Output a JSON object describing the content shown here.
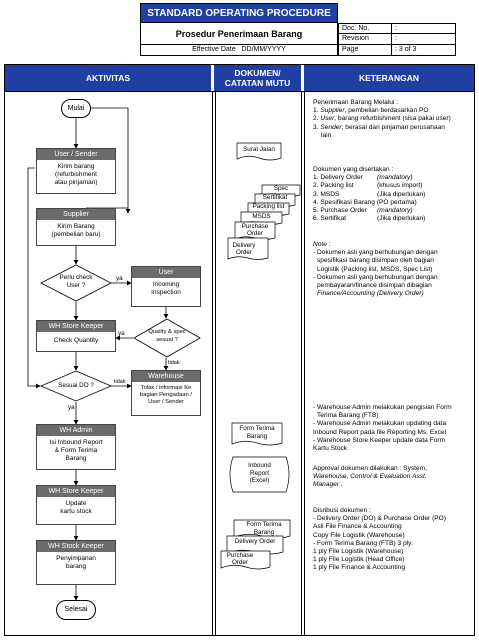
{
  "header": {
    "title": "STANDARD OPERATING PROCEDURE",
    "subtitle": "Prosedur Penerimaan Barang",
    "effective_label": "Effective Date",
    "effective_value": "DD/MM/YYYY",
    "doc_no_label": "Doc. No.",
    "doc_no_value": ":",
    "revision_label": "Revision",
    "revision_value": ":",
    "page_label": "Page",
    "page_value": ": 3 of 3"
  },
  "columns": {
    "aktivitas": "AKTIVITAS",
    "dokumen_l1": "DOKUMEN/",
    "dokumen_l2": "CATATAN MUTU",
    "keterangan": "KETERANGAN"
  },
  "flow": {
    "start": "Mulai",
    "end": "Selesai",
    "user_sender": {
      "head": "User / Sender",
      "l1": "Kirim barang",
      "l2": "(refurbishment",
      "l3": "atau pinjaman)"
    },
    "supplier": {
      "head": "Supplier",
      "l1": "Kirim Barang",
      "l2": "(pembelian baru)"
    },
    "perlu_check": {
      "l1": "Perlu check",
      "l2": "User ?"
    },
    "ya1": "ya",
    "user_box": {
      "head": "User",
      "l1": "Incoming",
      "l2": "Inspection"
    },
    "wh_store1": {
      "head": "WH Store Keeper",
      "l1": "Check Quantity"
    },
    "quality": {
      "l1": "Quality & spec",
      "l2": "sesuai ?"
    },
    "ya2": "ya",
    "sesuai": "Sesuai DO ?",
    "tidak1": "tidak",
    "tidak2": "tidak",
    "ya3": "ya",
    "warehouse": {
      "head": "Warehouse",
      "l1": "Tolak / informasi Ke",
      "l2": "bagian Pengadaan /",
      "l3": "User / Sender"
    },
    "wh_admin": {
      "head": "WH Admin",
      "l1": "Isi Inbound Report",
      "l2": "& Form Terima",
      "l3": "Barang"
    },
    "wh_store2": {
      "head": "WH Store Keeper",
      "l1": "Update",
      "l2": "kartu stock"
    },
    "wh_stock": {
      "head": "WH Stock Keeper",
      "l1": "Penyimpanan",
      "l2": "barang"
    }
  },
  "documents": {
    "surat_jalan": "Surat Jalan",
    "stack1": [
      "Spec",
      "Sertifikat",
      "Packing list",
      "MSDS",
      "Purchase Order",
      "Delivery Order"
    ],
    "ftb": {
      "l1": "Form Terima",
      "l2": "Barang"
    },
    "inbound": {
      "l1": "Inbound",
      "l2": "Report",
      "l3": "(Excel)"
    },
    "stack2": [
      "Form Terima Barang",
      "Delivery Order",
      "Purchase Order"
    ]
  },
  "notes": {
    "p1_head": "Penerimaan Barang Melalui :",
    "p1_items": [
      {
        "n": "1. ",
        "em": "Supplier",
        "rest": ", pembelian berdasarkan PO"
      },
      {
        "n": "2. ",
        "em": "User",
        "rest": ", barang refurbishment (sisa pakai user)"
      },
      {
        "n": "3. ",
        "em": "Sender",
        "rest": ", berasal dari pinjaman perusahaan"
      }
    ],
    "p1_cont": "lain",
    "p2_head": "Dokumen yang disertakan :",
    "p2_items": [
      {
        "l": "1. Delivery Order",
        "r": "(mandatory)"
      },
      {
        "l": "2. Packing list",
        "r": "(khusus import)"
      },
      {
        "l": "3. MSDS",
        "r": "(Jika diperlukan)"
      },
      {
        "l": "4. Spesifikasi Barang",
        "r": "(PO pertama)"
      },
      {
        "l": "5. Purchase Order",
        "r": "(mandatory)"
      },
      {
        "l": "6. Sertifikat",
        "r": "(Jika diperlukan)"
      }
    ],
    "note_head": "Note :",
    "note_lines": [
      "- Dokumen asli yang berhubungan dengan",
      "  spesifikasi barang disimpan oleh bagian",
      "  Logistik (Packing list, MSDS, Spec List)",
      "- Dokumen asli yang berhubungan dengan",
      "  pembayaran/finance disimpan dibagian",
      "  Finance/Accounting (Delivery Order)"
    ],
    "p3_lines": [
      "- Warehouse Admin melakukan pengisian Form",
      "  Terima Barang (FTB)",
      "- Warehouse Admin melakukan updating data",
      "Inbound Report pada file Reporting Ms. Excel",
      "- Warehouse Store Keeper update data Form",
      "Kartu Stock"
    ],
    "p4_lines": [
      "Approval dokumen dilakukan : System,",
      "Warehouse, Control & Evaluation Asst.",
      "Manager ."
    ],
    "p5_lines": [
      "Disribusi dokumen :",
      "- Delivery Order (DO) & Purchase Order (PO)",
      "Asli File Finance & Accounting",
      "Copy File Logistik (Warehouse)",
      "- Form Terima Barang (FTB) 3 ply.",
      "1 ply File Logistik (Warehouse)",
      "1 ply File Logistik (Head Office)",
      "1 ply File Finance & Accounting"
    ]
  },
  "colors": {
    "header_blue": "#1f3fa3",
    "process_head": "#6b6b6b",
    "background": "#ffffff"
  }
}
